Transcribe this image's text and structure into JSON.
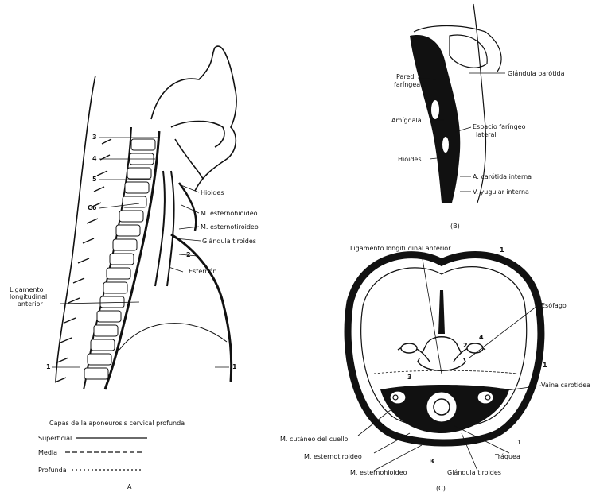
{
  "panel_a": {
    "numbers": {
      "n3": "3",
      "n4": "4",
      "n5": "5",
      "n6": "C6",
      "n2": "2",
      "n1_left": "1",
      "n1_right": "1"
    },
    "labels": {
      "hioides": "Hioides",
      "esternohioideo": "M. esternohioideo",
      "esternotiroideo": "M. esternotiroideo",
      "tiroides": "Glándula tiroides",
      "esternon": "Esternón",
      "ligamento_line1": "Ligamento",
      "ligamento_line2": "longitudinal",
      "ligamento_line3": "anterior"
    },
    "legend": {
      "title": "Capas de la aponeurosis cervical profunda",
      "superficial": "Superficial",
      "media": "Media",
      "profunda": "Profunda"
    },
    "caption": "A"
  },
  "panel_b": {
    "labels": {
      "pared_line1": "Pared",
      "pared_line2": "faríngea",
      "parotida": "Glándula parótida",
      "amigdala": "Amígdala",
      "espacio_line1": "Espacio faríngeo",
      "espacio_line2": "lateral",
      "hioides": "Hioides",
      "carotida": "A. carótida interna",
      "yugular": "V. yugular interna"
    },
    "caption": "(B)"
  },
  "panel_c": {
    "labels": {
      "ligamento": "Ligamento longitudinal anterior",
      "esofago": "Esófago",
      "carotida": "Vaina carotídea",
      "cutaneo": "M. cutáneo del cuello",
      "esternotiroideo": "M. esternotiroideo",
      "esternohioideo": "M. esternohioideo",
      "traquea": "Tráquea",
      "tiroides": "Glándula tiroides"
    },
    "numbers": {
      "c1_top": "1",
      "c1_right": "1",
      "c2": "2",
      "c3": "3",
      "c3b": "3",
      "c4": "4",
      "c1_bottom": "1"
    },
    "caption": "(C)"
  }
}
